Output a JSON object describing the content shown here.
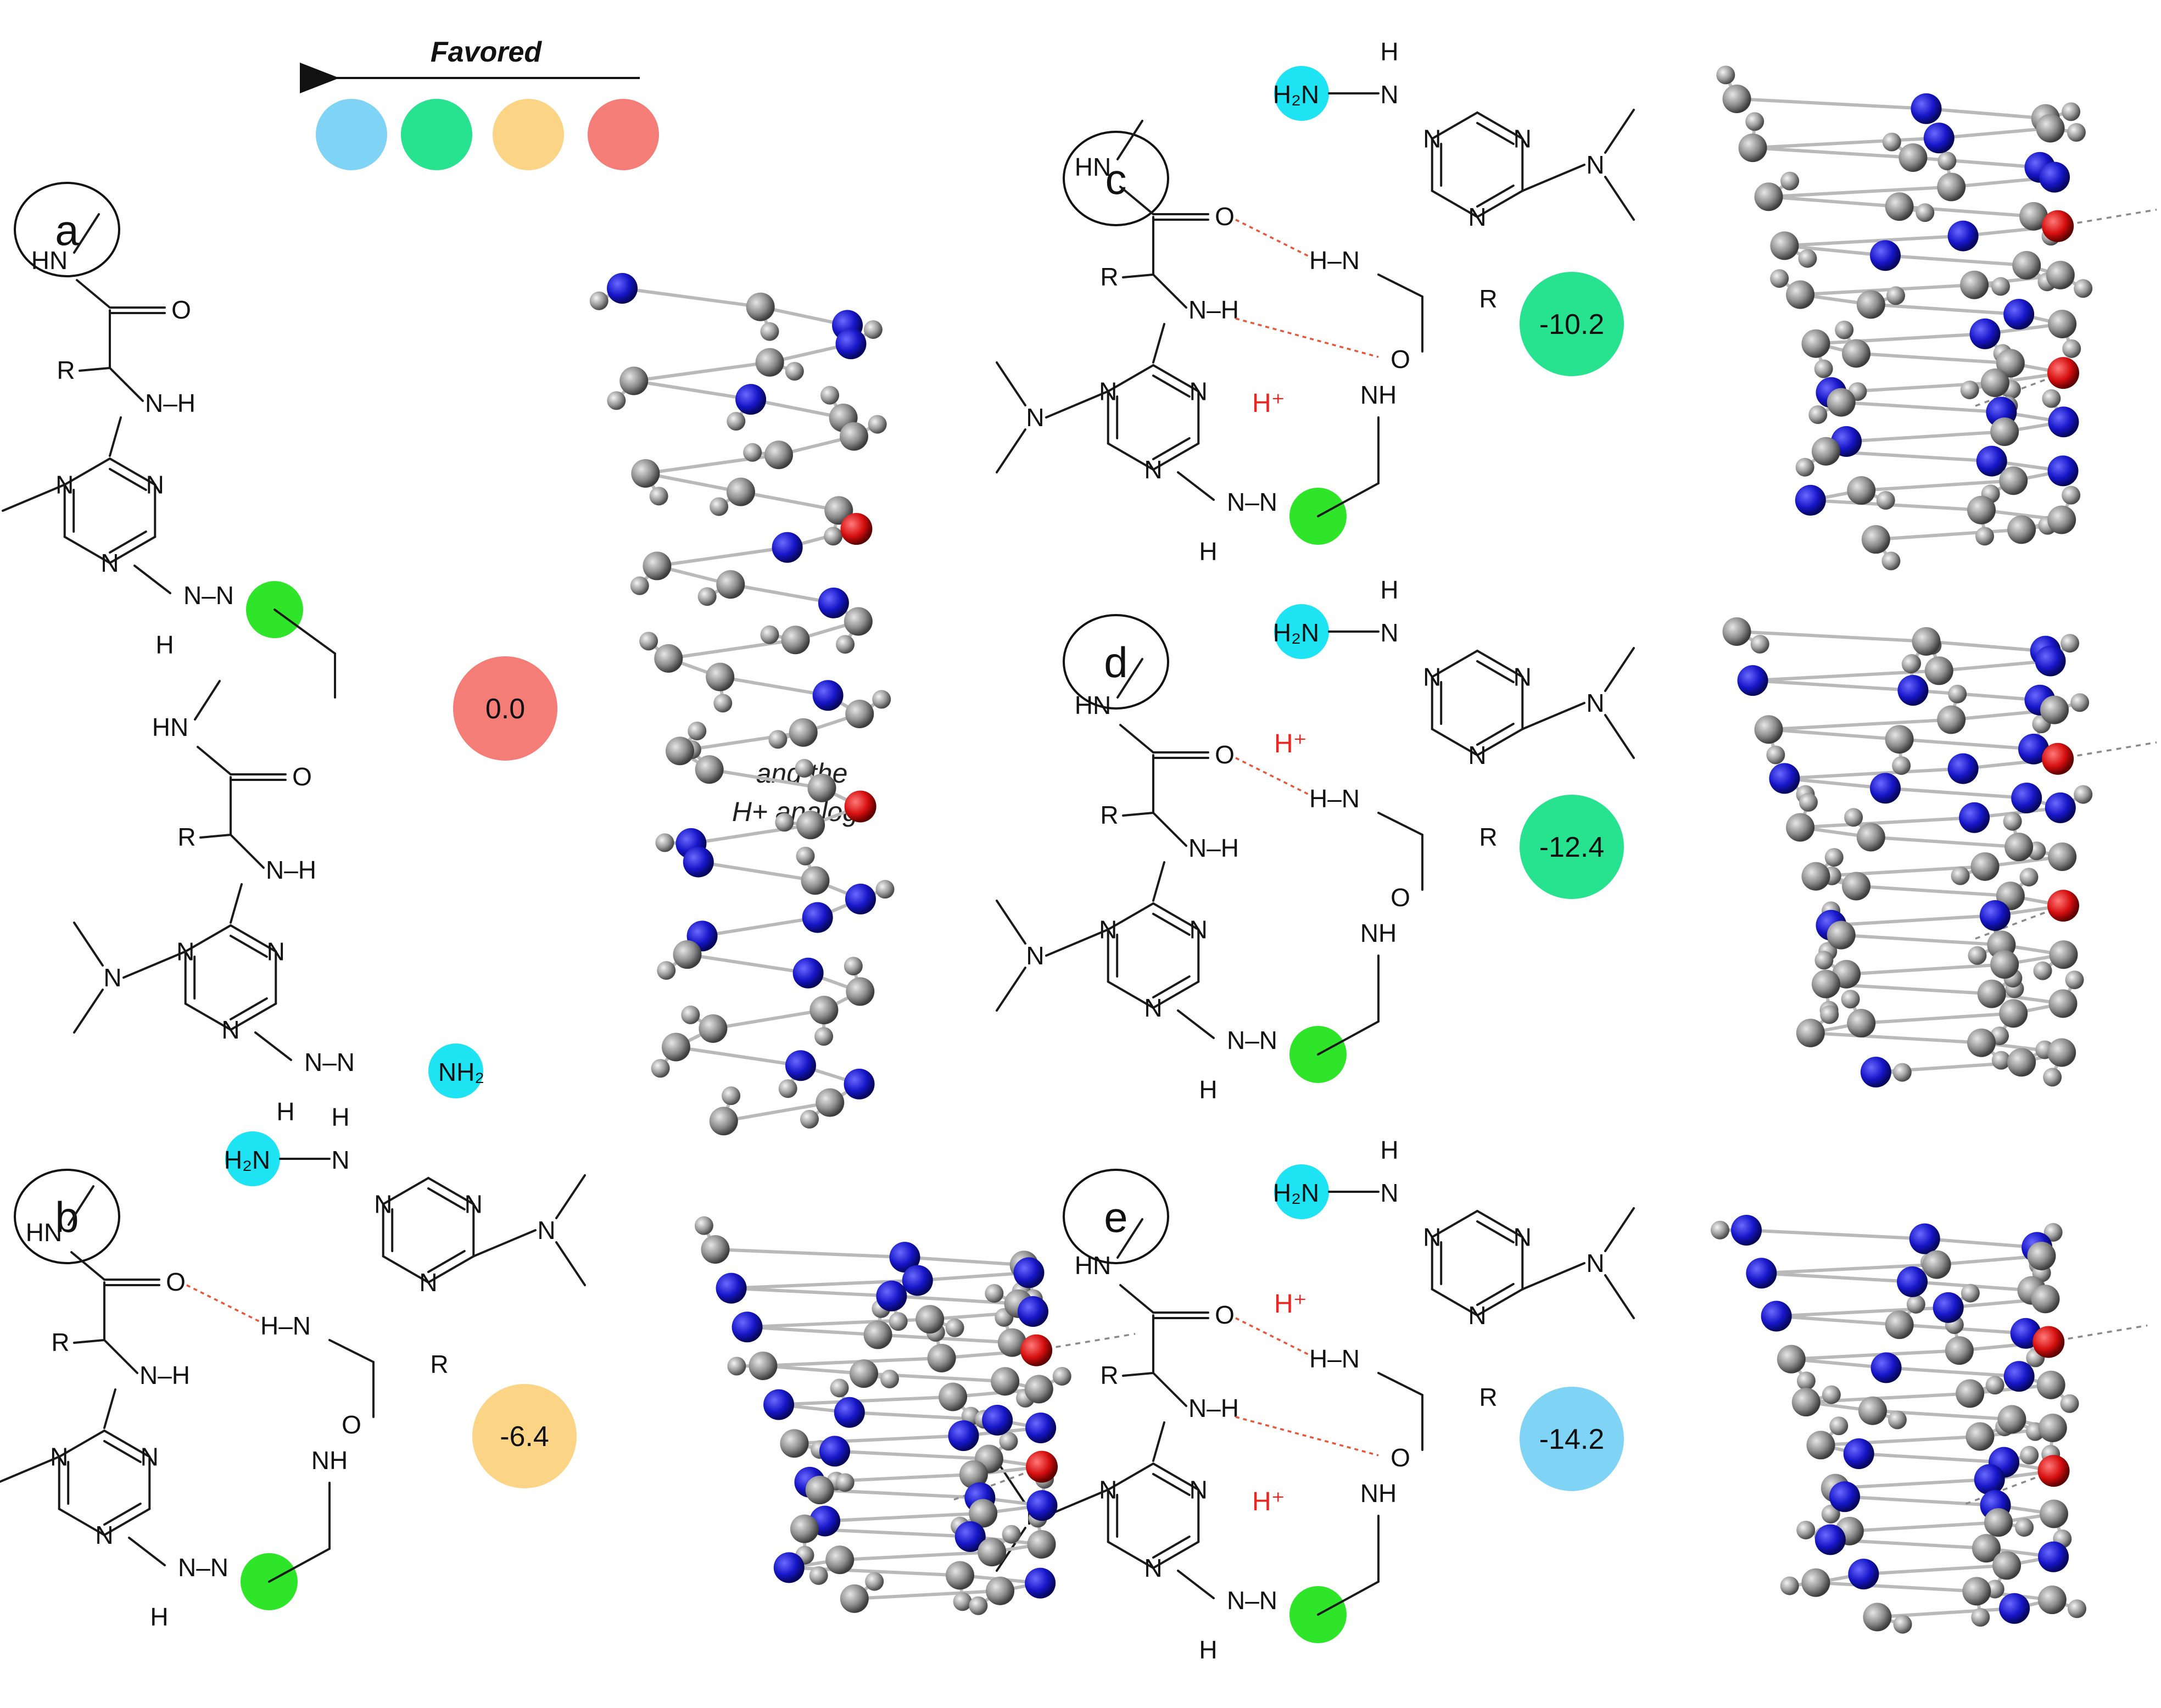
{
  "legend": {
    "arrow_label": "Favored",
    "colors": [
      "#7fd3f5",
      "#27e38f",
      "#fbd486",
      "#f57d77"
    ]
  },
  "panels": [
    {
      "id": "a",
      "energy": "0.0",
      "energy_color": "#f57d77"
    },
    {
      "id": "b",
      "energy": "-6.4",
      "energy_color": "#fbd486"
    },
    {
      "id": "c",
      "energy": "-10.2",
      "energy_color": "#27e38f"
    },
    {
      "id": "d",
      "energy": "-12.4",
      "energy_color": "#27e38f"
    },
    {
      "id": "e",
      "energy": "-14.2",
      "energy_color": "#7fd3f5"
    }
  ],
  "annotation": {
    "line1": "and the",
    "line2": "H+ analogs"
  },
  "atom_labels": {
    "HN": "HN",
    "NH": "NH",
    "N": "N",
    "O": "O",
    "R": "R",
    "H": "H",
    "NH_bond": "N–H",
    "H_N": "H–N",
    "N_N": "N–N",
    "H_plus": "H⁺",
    "H2N": "H₂N",
    "NH2": "NH₂"
  },
  "highlight_colors": {
    "cyan": "#1ee3f3",
    "green": "#2ee52a"
  },
  "atom_colors": {
    "N": "#1616c8",
    "C": "#8c8c8c",
    "O": "#d60f0f",
    "H": "#9a9a9a"
  }
}
